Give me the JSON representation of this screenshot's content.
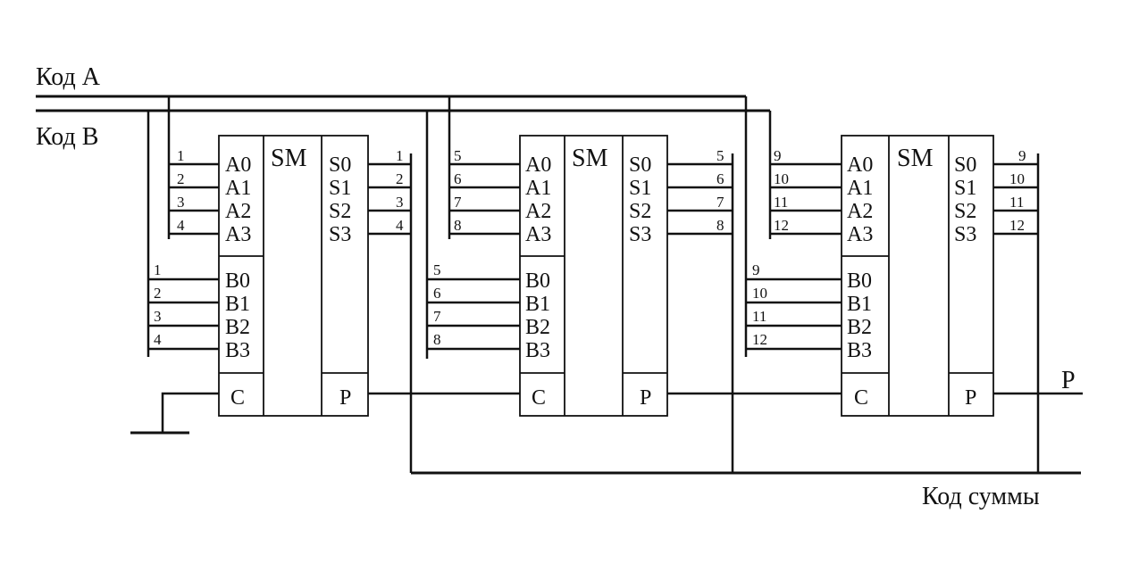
{
  "labels": {
    "code_a": "Код А",
    "code_b": "Код В",
    "sum_code": "Код суммы",
    "carry_out": "P"
  },
  "adder": {
    "title": "SM",
    "a_pins": [
      "A0",
      "A1",
      "A2",
      "A3"
    ],
    "b_pins": [
      "B0",
      "B1",
      "B2",
      "B3"
    ],
    "s_pins": [
      "S0",
      "S1",
      "S2",
      "S3"
    ],
    "carry_in": "C",
    "carry_out": "P"
  },
  "stages": [
    {
      "bits": [
        "1",
        "2",
        "3",
        "4"
      ]
    },
    {
      "bits": [
        "5",
        "6",
        "7",
        "8"
      ]
    },
    {
      "bits": [
        "9",
        "10",
        "11",
        "12"
      ]
    }
  ],
  "colors": {
    "ink": "#111111",
    "background": "#ffffff"
  }
}
